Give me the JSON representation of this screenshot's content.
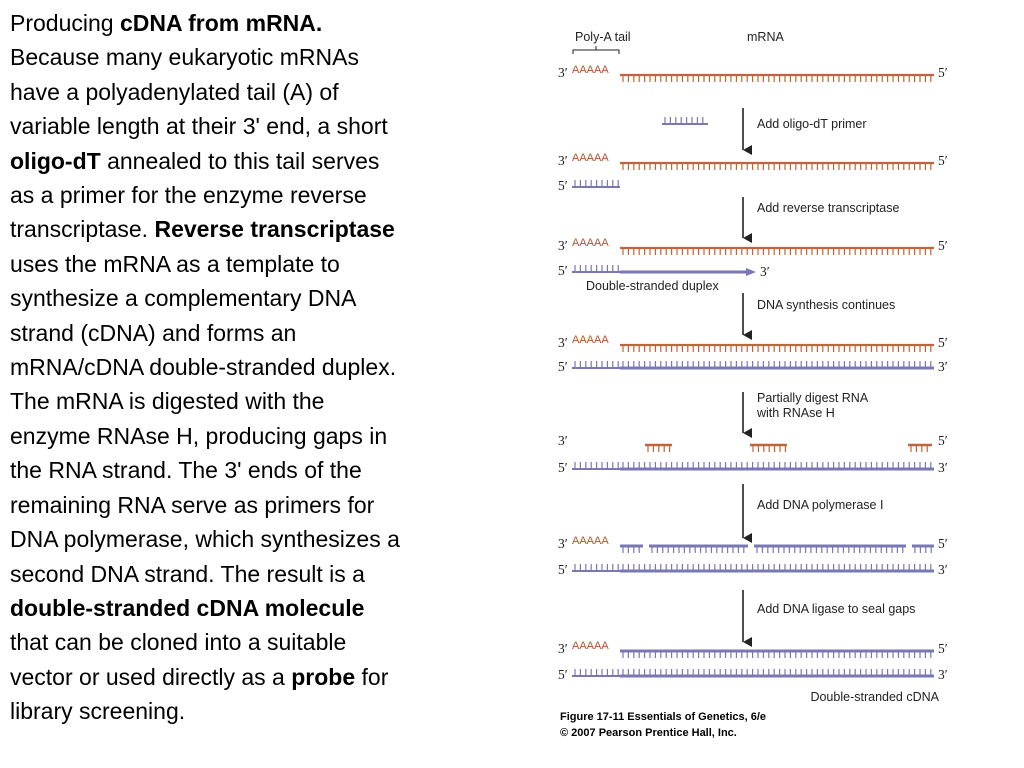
{
  "text_lines": [
    [
      {
        "t": "Producing ",
        "b": false
      },
      {
        "t": "cDNA from mRNA.",
        "b": true
      }
    ],
    [
      {
        "t": "Because many eukaryotic mRNAs",
        "b": false
      }
    ],
    [
      {
        "t": "have a polyadenylated tail (A) of",
        "b": false
      }
    ],
    [
      {
        "t": "variable length at their 3' end, a short",
        "b": false
      }
    ],
    [
      {
        "t": "oligo-dT",
        "b": true
      },
      {
        "t": " annealed to this tail serves",
        "b": false
      }
    ],
    [
      {
        "t": "as a primer for the enzyme reverse",
        "b": false
      }
    ],
    [
      {
        "t": "transcriptase. ",
        "b": false
      },
      {
        "t": "Reverse transcriptase",
        "b": true
      }
    ],
    [
      {
        "t": "uses the mRNA as a template to",
        "b": false
      }
    ],
    [
      {
        "t": "synthesize a complementary DNA",
        "b": false
      }
    ],
    [
      {
        "t": "strand (cDNA) and forms an",
        "b": false
      }
    ],
    [
      {
        "t": "mRNA/cDNA double-stranded duplex.",
        "b": false
      }
    ],
    [
      {
        "t": "The mRNA is digested with the",
        "b": false
      }
    ],
    [
      {
        "t": "enzyme RNAse H, producing gaps in",
        "b": false
      }
    ],
    [
      {
        "t": "the RNA strand. The 3' ends of the",
        "b": false
      }
    ],
    [
      {
        "t": "remaining RNA serve as primers for",
        "b": false
      }
    ],
    [
      {
        "t": "DNA polymerase, which synthesizes a",
        "b": false
      }
    ],
    [
      {
        "t": "second DNA strand. The result is a",
        "b": false
      }
    ],
    [
      {
        "t": "double-stranded cDNA molecule",
        "b": true
      }
    ],
    [
      {
        "t": "that can be cloned into a suitable",
        "b": false
      }
    ],
    [
      {
        "t": "vector or used directly as a ",
        "b": false
      },
      {
        "t": "probe",
        "b": true
      },
      {
        "t": " for",
        "b": false
      }
    ],
    [
      {
        "t": "library screening.",
        "b": false
      }
    ]
  ],
  "figure": {
    "header_polyA": "Poly-A tail",
    "header_mrna": "mRNA",
    "polyA_text": "AAAAA",
    "end_3": "3′",
    "end_5": "5′",
    "steps": [
      "Add oligo-dT primer",
      "Add reverse transcriptase",
      "DNA synthesis continues",
      "Partially digest RNA",
      "with RNAse H",
      "Add DNA polymerase I",
      "Add DNA ligase to seal gaps"
    ],
    "duplex_label": "Double-stranded duplex",
    "final_label": "Double-stranded cDNA",
    "caption_line1": "Figure 17-11  Essentials of Genetics, 6/e",
    "caption_line2": "© 2007 Pearson Prentice Hall, Inc.",
    "colors": {
      "rna": "#c0643c",
      "dna": "#7b77b4",
      "text": "#222222"
    }
  }
}
